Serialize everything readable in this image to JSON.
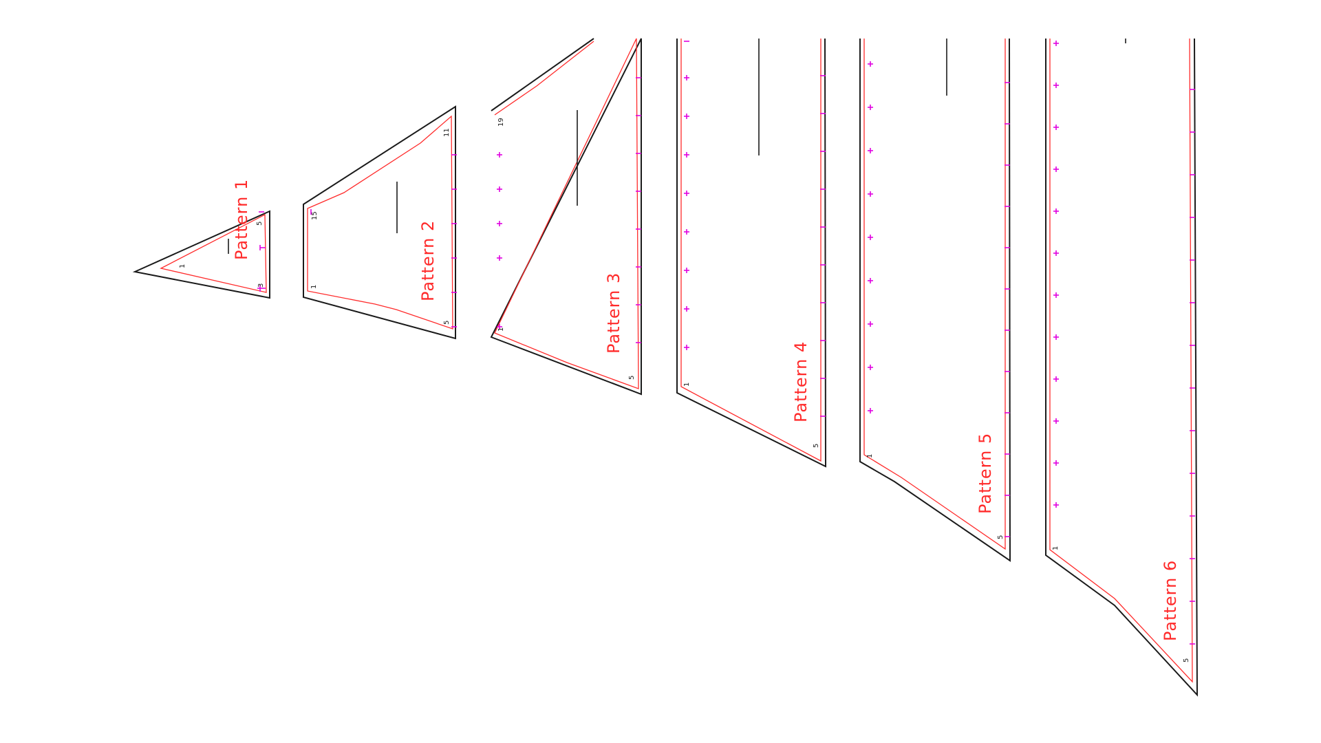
{
  "colors": {
    "outline": "#1a1a1a",
    "seam": "#ff2a2a",
    "notch": "#e000e0",
    "background": "#ffffff"
  },
  "patterns": [
    {
      "label": "Pattern  1",
      "points": [
        "1",
        "3",
        "5"
      ]
    },
    {
      "label": "Pattern  2",
      "points": [
        "1",
        "5",
        "11",
        "15"
      ]
    },
    {
      "label": "Pattern  3",
      "points": [
        "1",
        "5",
        "19"
      ]
    },
    {
      "label": "Pattern  4",
      "points": [
        "1",
        "5"
      ]
    },
    {
      "label": "Pattern  5",
      "points": [
        "1",
        "5"
      ]
    },
    {
      "label": "Pattern  6",
      "points": [
        "1",
        "5"
      ]
    }
  ]
}
